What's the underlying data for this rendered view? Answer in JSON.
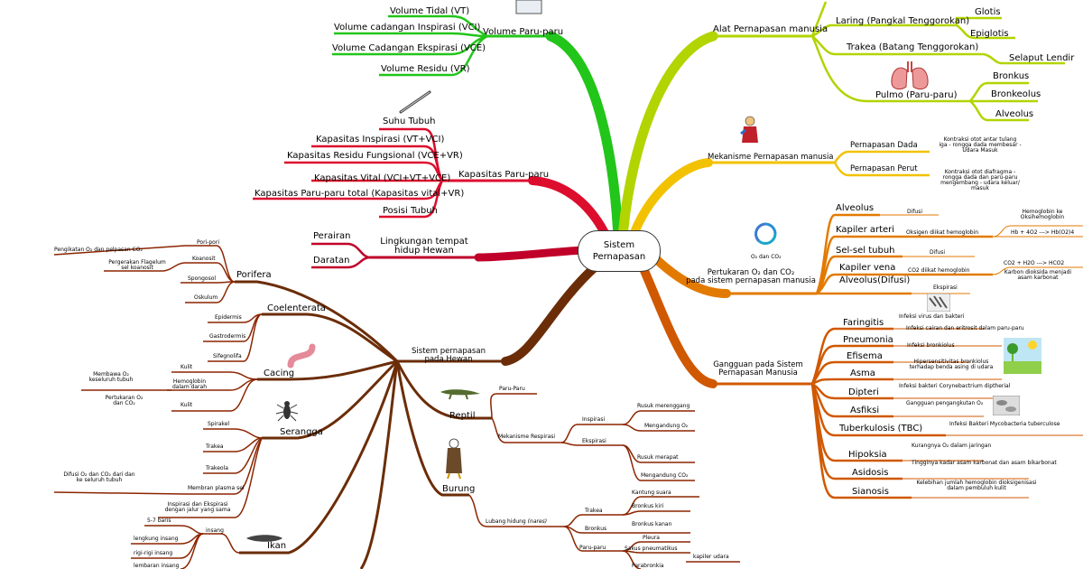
{
  "center": {
    "line1": "Sistem",
    "line2": "Pernapasan"
  },
  "colors": {
    "green": "#22c51a",
    "yellowgreen": "#b2d400",
    "yellow": "#f2c200",
    "orange": "#e37a00",
    "darkorange": "#d05800",
    "red": "#dd0d2d",
    "crimson": "#c0002a",
    "brown": "#6b2d08",
    "darkred": "#8b2500"
  },
  "volume": {
    "title": "Volume Paru-paru",
    "items": [
      "Volume Tidal (VT)",
      "Volume cadangan Inspirasi (VCI)",
      "Volume Cadangan Ekspirasi (VCE)",
      "Volume Residu (VR)"
    ]
  },
  "kapasitas": {
    "title": "Kapasitas Paru-paru",
    "items": [
      "Suhu Tubuh",
      "Kapasitas Inspirasi (VT+VCI)",
      "Kapasitas Residu Fungsional (VCE+VR)",
      "Kapasitas Vital (VCI+VT+VCE)",
      "Kapasitas Paru-paru total (Kapasitas vital+VR)",
      "Posisi Tubuh"
    ]
  },
  "lingkungan": {
    "title1": "Lingkungan tempat",
    "title2": "hidup Hewan",
    "items": [
      "Perairan",
      "Daratan"
    ]
  },
  "alat": {
    "title": "Alat Pernapasan manusia",
    "items": [
      "Glotis",
      "Laring (Pangkal Tenggorokan)",
      "Epiglotis",
      "Trakea (Batang Tenggorokan)",
      "Selaput Lendir",
      "Pulmo (Paru-paru)",
      "Bronkus",
      "Bronkeolus",
      "Alveolus"
    ]
  },
  "mekanisme": {
    "title": "Mekanisme Pernapasan manusia",
    "dada": "Pernapasan Dada",
    "dada_note": [
      "Kontraksi otot antar tulang",
      "iga - rongga dada membesar -",
      "Udara Masuk"
    ],
    "perut": "Pernapasan Perut",
    "perut_note": [
      "Kontraksi otot diafragma -",
      "rongga dada dan paru-paru",
      "mengembang - udara keluar/",
      "masuk"
    ]
  },
  "pertukaran": {
    "title1": "Pertukaran O₂ dan CO₂",
    "title2": "pada sistem pernapasan manusia",
    "icon_label": "O₂ dan CO₂",
    "alveolus": "Alveolus",
    "alveolus_note": "Difusi",
    "kapiler_arteri": "Kapiler arteri",
    "kapiler_arteri_note": "Oksigen diikat hemoglobin",
    "hb_note1": "Hemoglobin ke",
    "hb_note2": "Oksihemoglobin",
    "hb_eq": "Hb + 4O2  --->  Hb(O2)4",
    "sel": "Sel-sel tubuh",
    "sel_note": "Difusi",
    "kapiler_vena": "Kapiler vena",
    "kapiler_vena_note": "CO2 diikat hemoglobin",
    "co2_eq": "CO2 + H2O  ---> HCO2",
    "karbon1": "Karbon dioksida menjadi",
    "karbon2": "asam karbonat",
    "alveolus_difusi": "Alveolus(Difusi)",
    "ekspirasi": "Ekspirasi"
  },
  "gangguan": {
    "title1": "Gangguan pada Sistem",
    "title2": "Pernapasan Manusia",
    "items": [
      {
        "name": "Faringitis",
        "note": "Infeksi virus dan bakteri"
      },
      {
        "name": "Pneumonia",
        "note": "Infeksi cairan dan eritrosit dalam paru-paru"
      },
      {
        "name": "Efisema",
        "note": "Infeksi bronkiolus"
      },
      {
        "name": "Asma",
        "note": "Hipersensitivitas bronkiolus terhadap benda asing di udara"
      },
      {
        "name": "Dipteri",
        "note": "Infeksi bakteri Corynebactrium diptherial"
      },
      {
        "name": "Asfiksi",
        "note": "Gangguan pengangkutan O₂"
      },
      {
        "name": "Tuberkulosis (TBC)",
        "note": "Infeksi Bakteri Mycobacteria tuberculose"
      },
      {
        "name": "Hipoksia",
        "note": "Kurangnya O₂ dalam jaringan"
      },
      {
        "name": "Asidosis",
        "note": "Tingginya kadar asam karbonat dan asam bikarbonat"
      },
      {
        "name": "Sianosis",
        "note": "Kelebihan jumlah hemoglobin dioksigenisasi dalam pembuluh kulit"
      }
    ]
  },
  "hewan": {
    "title1": "Sistem pernapasan",
    "title2": "pada Hewan",
    "porifera": {
      "title": "Porifera",
      "items": [
        "Pori-pori",
        "Koanosit",
        "Spongosol",
        "Oskulum"
      ],
      "note_pori": "Pengikatan O₂  dan pelpasan CO₂",
      "note_koanosit1": "Pergerakan Flagelum",
      "note_koanosit2": "sel koanosit"
    },
    "coelenterata": {
      "title": "Coelenterata",
      "items": [
        "Epidermis",
        "Gastrodermis",
        "Sifegnolifa"
      ]
    },
    "cacing": {
      "title": "Cacing",
      "items": [
        "Kulit",
        "Hemoglobin",
        "dalam darah",
        "Kulit"
      ],
      "note1a": "Membawa O₂",
      "note1b": "keseluruh   tubuh",
      "note2a": "Pertukaran O₂",
      "note2b": "dan CO₂"
    },
    "serangga": {
      "title": "Serangga",
      "items": [
        "Spirakel",
        "Trakea",
        "Trakeola",
        "Membran plasma sel",
        "Inspirasi dan Ekspirasi",
        "dengan jalur yang sama"
      ],
      "note1": "Difusi O₂ dan CO₂ dari dan",
      "note2": "ke seluruh tubuh"
    },
    "ikan": {
      "title": "Ikan",
      "items": [
        "insang",
        "5-7 baris",
        "lengkung insang",
        "rigi-rigi insang",
        "lembaran insang"
      ]
    },
    "reptil": {
      "title": "Reptil",
      "paru": "Paru-Paru",
      "mek": "Mekanisme Respirasi",
      "inspirasi": "Inspirasi",
      "ekspirasi": "Ekspirasi",
      "ins_items": [
        "Rusuk merenggang",
        "Mengandung O₂"
      ],
      "eks_items": [
        "Rusuk merapat",
        "Mengandung CO₂"
      ]
    },
    "burung": {
      "title": "Burung",
      "lubang": "Lubang hidung",
      "nares": "(nares)",
      "trakea": "Trakea",
      "bronkus": "Bronkus",
      "paru": "Paru-paru",
      "trakea_items": [
        "Kantung suara",
        "Bronkus kiri"
      ],
      "bronkus_items": [
        "Bronkus kanan"
      ],
      "paru_items": [
        "Pleura",
        "Sakus pneumatikus",
        "Parabronkia",
        "kapiler udara"
      ]
    }
  }
}
